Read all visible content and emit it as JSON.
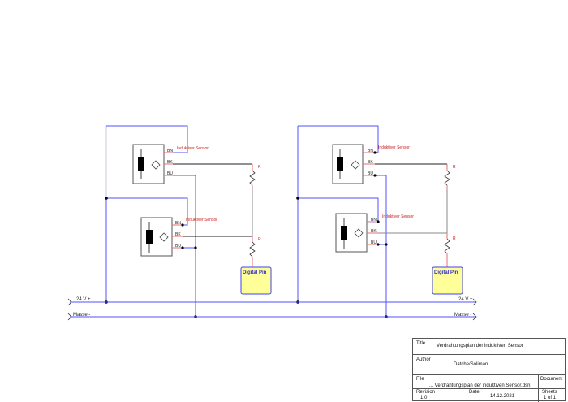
{
  "diagram": {
    "sensor_label": "Induktiver Sensor",
    "pin_labels": {
      "bn": "BN",
      "bk": "BK",
      "bu": "BU"
    },
    "resistor_label": "R",
    "digital_pin_label": "Digital Pin",
    "rails": {
      "supply_left": "24 V +",
      "supply_right": "24 V +",
      "ground_left": "Masse -",
      "ground_right": "Masse -"
    },
    "colors": {
      "power_wire": "#5050ff",
      "signal_wire": "#222222",
      "pin_stub": "#e07070",
      "label_red": "#cc2222",
      "digital_pin_fill": "#ffff99",
      "digital_pin_border": "#4040ee"
    }
  },
  "title_block": {
    "title_caption": "Title",
    "title_value": "Verdrahtungsplan der induktiven Sensor",
    "author_caption": "Author",
    "author_value": "Datche/Soliman",
    "file_caption": "File",
    "file_value": "... Verdrahtungsplan der induktiven Sensor.dsn",
    "document_caption": "Document",
    "revision_caption": "Revision",
    "revision_value": "1.0",
    "date_caption": "Date",
    "date_value": "14.12.2021",
    "sheets_caption": "Sheets",
    "sheets_value": "1 of 1"
  }
}
